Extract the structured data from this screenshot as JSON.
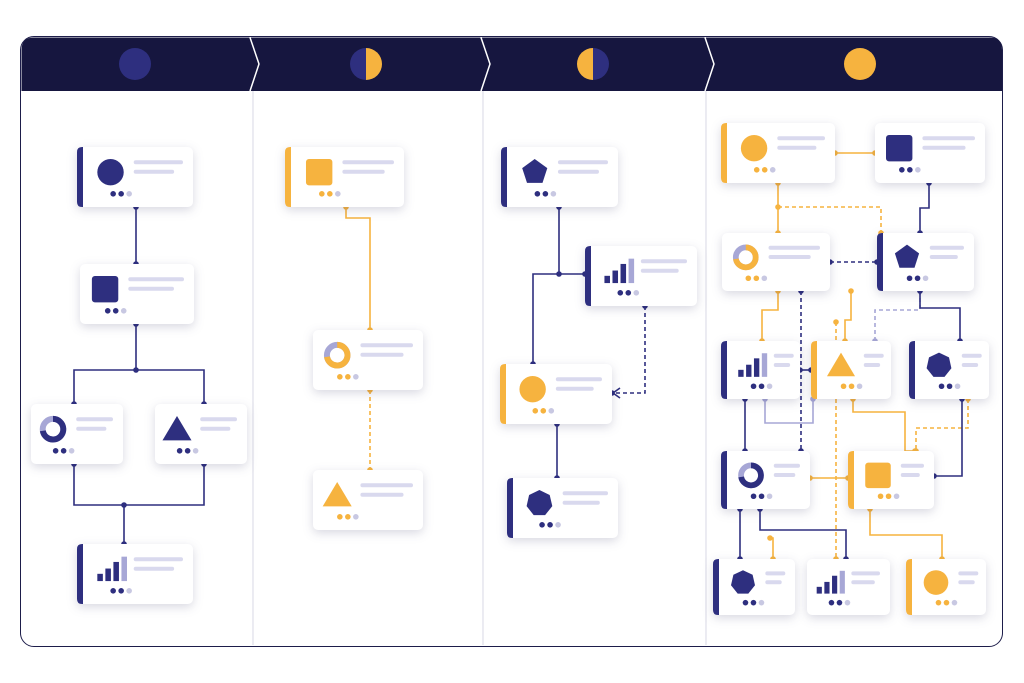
{
  "colors": {
    "navy": "#2e2f7f",
    "navy_dark": "#16163f",
    "gold": "#f6b33f",
    "lavender": "#a7a7d6",
    "line_gray": "#d9d9ee",
    "dot_gray": "#c8c8e2",
    "divider": "#dedee8"
  },
  "header": {
    "stages": [
      {
        "name": "stage-1",
        "indicator": "navy-full"
      },
      {
        "name": "stage-2",
        "indicator": "navy-left-gold-right"
      },
      {
        "name": "stage-3",
        "indicator": "gold-left-navy-right"
      },
      {
        "name": "stage-4",
        "indicator": "gold-full"
      }
    ]
  },
  "panels": [
    {
      "name": "panel-1",
      "cards": [
        {
          "id": "p1-c1",
          "icon": "circle-icon",
          "accent": "navy"
        },
        {
          "id": "p1-c2",
          "icon": "square-icon",
          "accent": "none"
        },
        {
          "id": "p1-c3",
          "icon": "donut-icon",
          "accent": "none"
        },
        {
          "id": "p1-c4",
          "icon": "triangle-icon",
          "accent": "none"
        },
        {
          "id": "p1-c5",
          "icon": "bar-chart-icon",
          "accent": "navy"
        }
      ]
    },
    {
      "name": "panel-2",
      "cards": [
        {
          "id": "p2-c1",
          "icon": "square-icon",
          "accent": "gold"
        },
        {
          "id": "p2-c2",
          "icon": "donut-icon",
          "accent": "none"
        },
        {
          "id": "p2-c3",
          "icon": "triangle-icon",
          "accent": "none"
        }
      ]
    },
    {
      "name": "panel-3",
      "cards": [
        {
          "id": "p3-c1",
          "icon": "pentagon-icon",
          "accent": "navy"
        },
        {
          "id": "p3-c2",
          "icon": "bar-chart-icon",
          "accent": "navy"
        },
        {
          "id": "p3-c3",
          "icon": "circle-icon",
          "accent": "gold"
        },
        {
          "id": "p3-c4",
          "icon": "heptagon-icon",
          "accent": "navy"
        }
      ]
    },
    {
      "name": "panel-4",
      "cards": [
        {
          "id": "p4-c1",
          "icon": "circle-icon",
          "accent": "gold"
        },
        {
          "id": "p4-c2",
          "icon": "square-icon",
          "accent": "none"
        },
        {
          "id": "p4-c3",
          "icon": "donut-icon",
          "accent": "none"
        },
        {
          "id": "p4-c4",
          "icon": "pentagon-icon",
          "accent": "navy"
        },
        {
          "id": "p4-c5",
          "icon": "bar-chart-icon",
          "accent": "navy"
        },
        {
          "id": "p4-c6",
          "icon": "triangle-icon",
          "accent": "gold"
        },
        {
          "id": "p4-c7",
          "icon": "heptagon-icon",
          "accent": "navy"
        },
        {
          "id": "p4-c8",
          "icon": "donut-icon",
          "accent": "navy"
        },
        {
          "id": "p4-c9",
          "icon": "square-icon",
          "accent": "gold"
        },
        {
          "id": "p4-c10",
          "icon": "heptagon-icon",
          "accent": "navy"
        },
        {
          "id": "p4-c11",
          "icon": "bar-chart-icon",
          "accent": "none"
        },
        {
          "id": "p4-c12",
          "icon": "circle-icon",
          "accent": "gold"
        }
      ]
    }
  ]
}
